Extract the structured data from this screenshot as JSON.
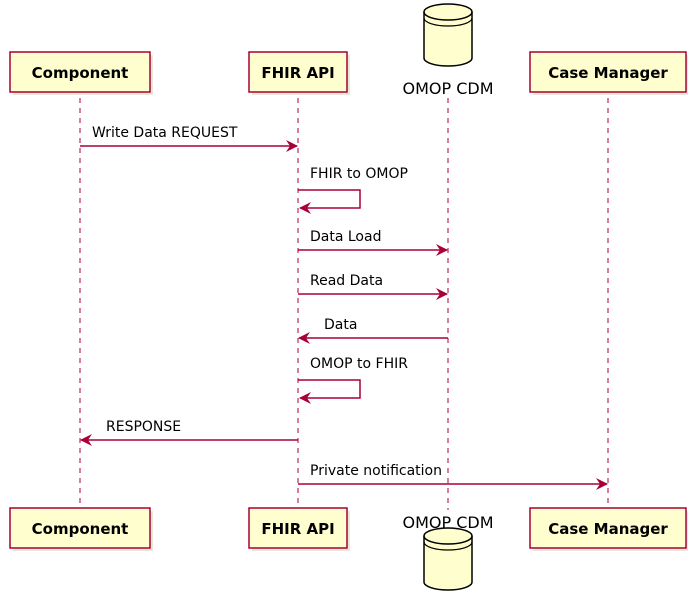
{
  "participants": [
    {
      "id": "component",
      "name": "Component",
      "kind": "box"
    },
    {
      "id": "fhir",
      "name": "FHIR API",
      "kind": "box"
    },
    {
      "id": "omop",
      "name": "OMOP CDM",
      "kind": "database"
    },
    {
      "id": "case",
      "name": "Case Manager",
      "kind": "box"
    }
  ],
  "messages": [
    {
      "from": "component",
      "to": "fhir",
      "label": "Write Data REQUEST"
    },
    {
      "from": "fhir",
      "to": "fhir",
      "label": "FHIR to OMOP"
    },
    {
      "from": "fhir",
      "to": "omop",
      "label": "Data Load"
    },
    {
      "from": "fhir",
      "to": "omop",
      "label": "Read Data"
    },
    {
      "from": "omop",
      "to": "fhir",
      "label": "Data"
    },
    {
      "from": "fhir",
      "to": "fhir",
      "label": "OMOP to FHIR"
    },
    {
      "from": "fhir",
      "to": "component",
      "label": "RESPONSE"
    },
    {
      "from": "fhir",
      "to": "case",
      "label": "Private notification"
    }
  ],
  "colors": {
    "arrow": "#a80036",
    "box_fill": "#fefece",
    "box_border": "#a80036",
    "lifeline": "#a80036",
    "text": "#000000"
  }
}
